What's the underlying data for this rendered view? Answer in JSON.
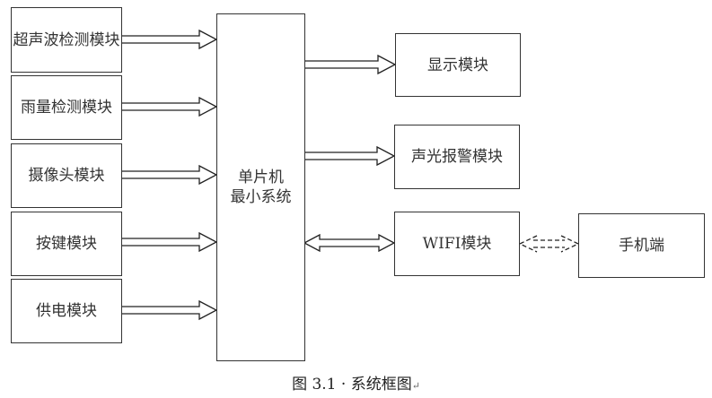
{
  "diagram": {
    "inputs": [
      {
        "label": "超声波检测模块"
      },
      {
        "label": "雨量检测模块"
      },
      {
        "label": "摄像头模块"
      },
      {
        "label": "按键模块"
      },
      {
        "label": "供电模块"
      }
    ],
    "mcu": {
      "line1": "单片机",
      "line2": "最小系统"
    },
    "outputs": [
      {
        "label": "显示模块",
        "connection": "output-arrow"
      },
      {
        "label": "声光报警模块",
        "connection": "output-arrow"
      },
      {
        "label": "WIFI模块",
        "connection": "bidirectional-arrow"
      }
    ],
    "remote": {
      "label": "手机端",
      "connection": "dashed-bidirectional-arrow"
    }
  },
  "caption": {
    "text": "图 3.1 · 系统框图",
    "mark": "↵"
  }
}
